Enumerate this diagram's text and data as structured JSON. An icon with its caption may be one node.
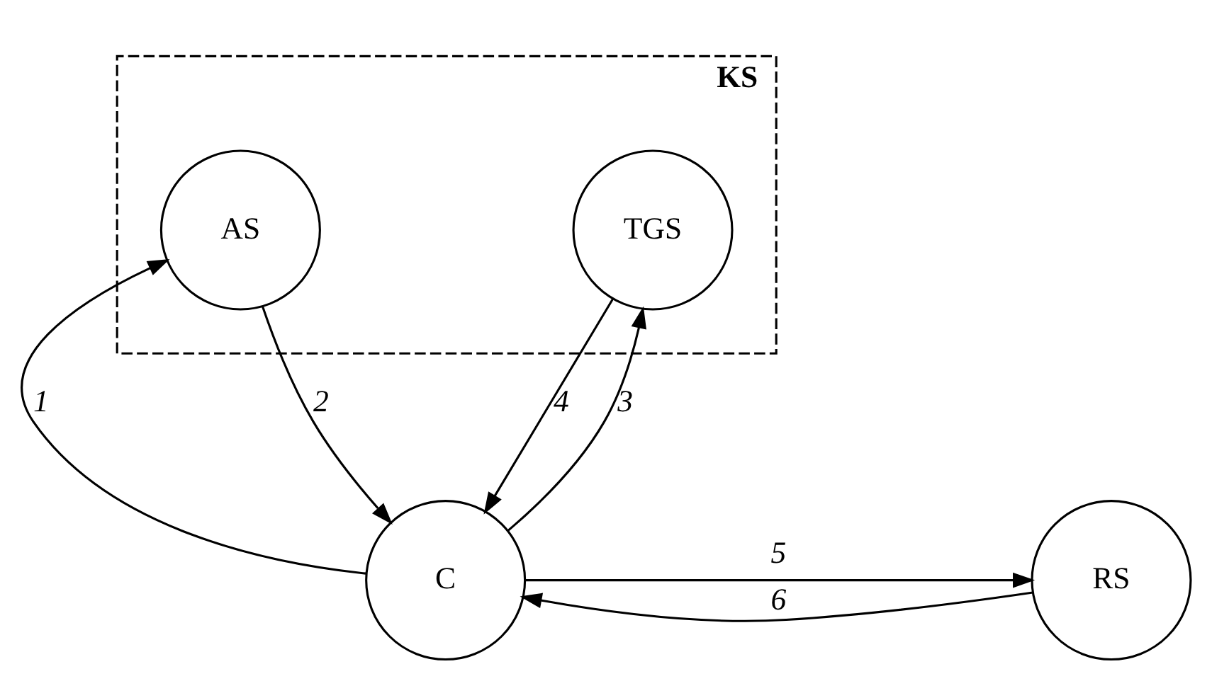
{
  "diagram": {
    "nodes": [
      {
        "text": [
          "KS"
        ]
      },
      {
        "text": [
          "AS"
        ],
        "in": 0
      },
      {
        "text": [
          "TGS"
        ],
        "in": 0
      },
      {
        "text": [
          "C"
        ]
      },
      {
        "text": [
          "RS"
        ]
      }
    ],
    "edges": [
      {
        "from": 3,
        "to": 1,
        "arrow": "to",
        "label": "1"
      },
      {
        "from": 1,
        "to": 3,
        "arrow": "to",
        "label": "2"
      },
      {
        "from": 3,
        "to": 2,
        "arrow": "to",
        "label": "3"
      },
      {
        "from": 2,
        "to": 3,
        "arrow": "to",
        "label": "4"
      },
      {
        "from": 3,
        "to": 4,
        "arrow": "to",
        "label": "5"
      },
      {
        "from": 4,
        "to": 3,
        "arrow": "to",
        "label": "6"
      }
    ]
  }
}
